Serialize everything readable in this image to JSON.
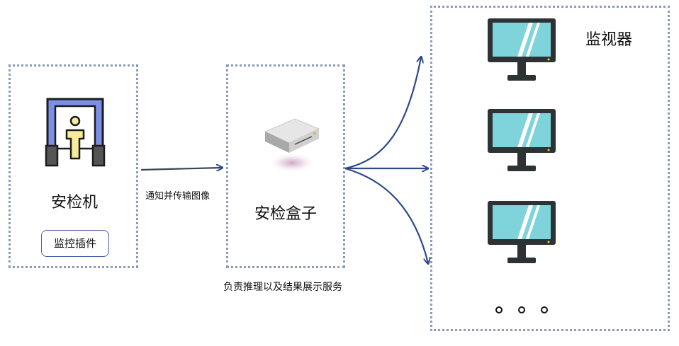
{
  "scanner": {
    "title": "安检机",
    "plugin_label": "监控插件",
    "icon": "security-gate-icon"
  },
  "link_scanner_to_box": {
    "label": "通知并传输图像"
  },
  "edge_box": {
    "title": "安检盒子",
    "caption": "负责推理以及结果展示服务",
    "icon": "edge-box-device-icon"
  },
  "monitors": {
    "title": "监视器",
    "icon": "monitor-icon",
    "visible_count": 3,
    "more_indicator": "ellipsis"
  },
  "colors": {
    "box_border": "#8a9ab8",
    "arrow": "#2f4a8a",
    "screen": "#7fd4dc",
    "gate_frame": "#7b8fe6",
    "person": "#f6ec9a"
  }
}
